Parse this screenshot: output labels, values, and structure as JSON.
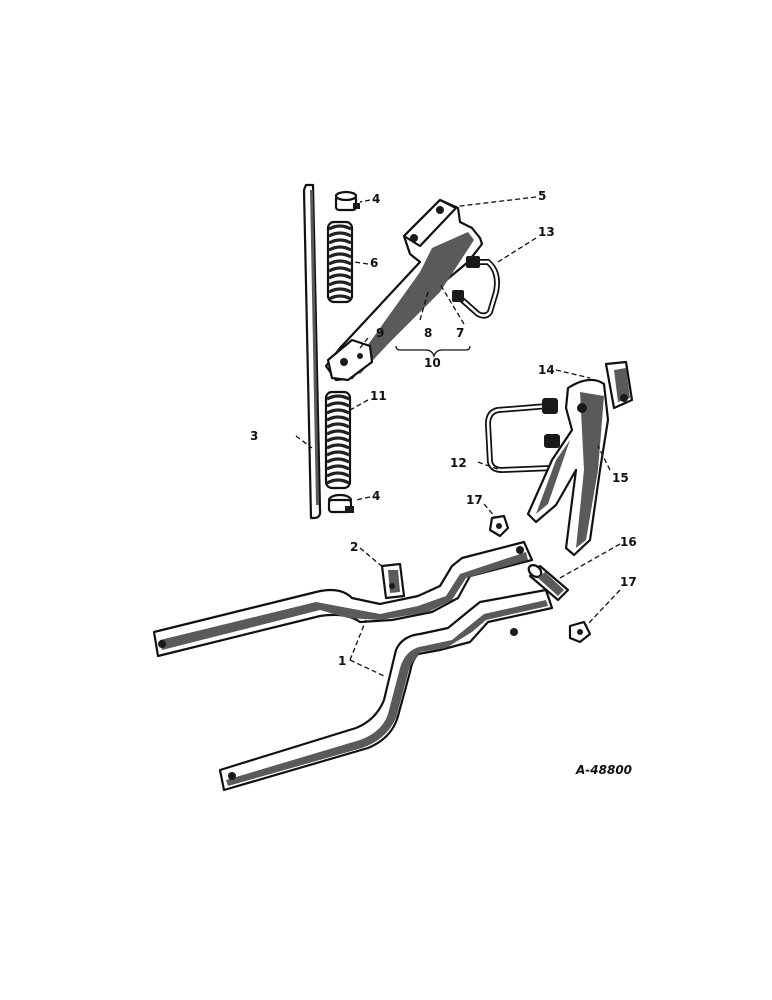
{
  "drawing_number": "A-48800",
  "callouts": {
    "c1": "1",
    "c2": "2",
    "c3": "3",
    "c4a": "4",
    "c4b": "4",
    "c5": "5",
    "c6": "6",
    "c7": "7",
    "c8": "8",
    "c9": "9",
    "c10": "10",
    "c11": "11",
    "c12": "12",
    "c13": "13",
    "c14": "14",
    "c15": "15",
    "c16": "16",
    "c17a": "17",
    "c17b": "17"
  }
}
